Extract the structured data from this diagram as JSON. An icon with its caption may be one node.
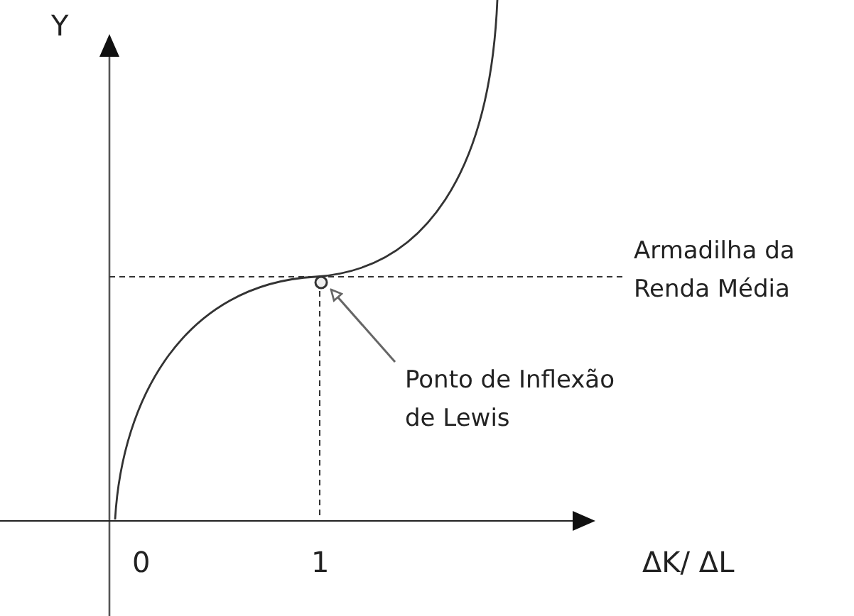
{
  "diagram": {
    "nodes": [
      {
        "text": [
          "Ponto de Inflexão de Lewis"
        ]
      },
      {
        "text": [],
        "shape": "circle"
      }
    ],
    "edges": [
      {
        "from": 0,
        "to": 1,
        "arrow": "to"
      }
    ],
    "labels": [
      "Y",
      "Armadilha da Renda Média",
      "0",
      "1",
      "ΔK/ ΔL"
    ]
  }
}
